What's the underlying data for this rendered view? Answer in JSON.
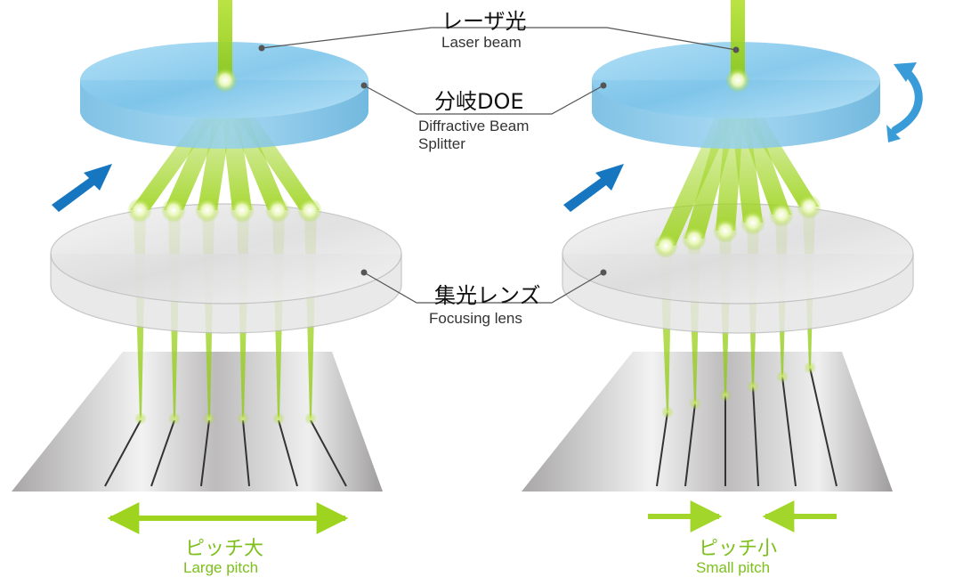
{
  "labels": {
    "laser": {
      "jp": "レーザ光",
      "en": "Laser beam"
    },
    "doe": {
      "jp": "分岐DOE",
      "en_line1": "Diffractive Beam",
      "en_line2": "Splitter"
    },
    "lens": {
      "jp": "集光レンズ",
      "en": "Focusing lens"
    },
    "pitch_large": {
      "jp": "ピッチ大",
      "en": "Large pitch"
    },
    "pitch_small": {
      "jp": "ピッチ小",
      "en": "Small pitch"
    }
  },
  "colors": {
    "beam_green": "#9ed41f",
    "pitch_green": "#7dc01c",
    "disk_blue": "#7cc4ea",
    "arrow_blue": "#1676c0",
    "leader_line": "#555555"
  }
}
